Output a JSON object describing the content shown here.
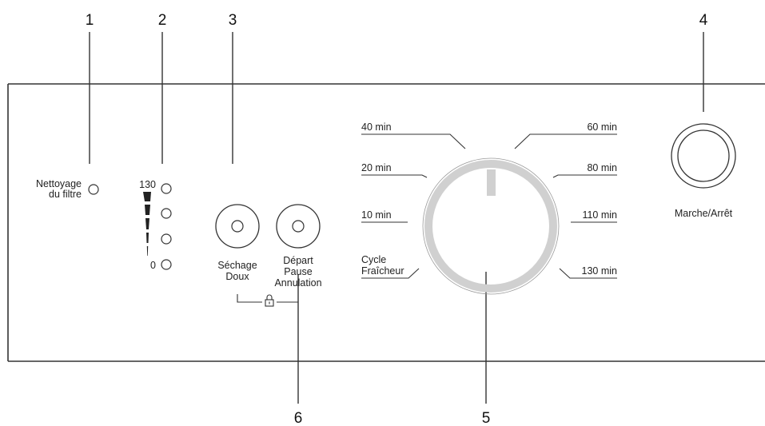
{
  "callouts": {
    "c1": "1",
    "c2": "2",
    "c3": "3",
    "c4": "4",
    "c5": "5",
    "c6": "6"
  },
  "filter": {
    "line1": "Nettoyage",
    "line2": "du filtre"
  },
  "level": {
    "top": "130",
    "bottom": "0"
  },
  "buttons": {
    "gentle": {
      "line1": "Séchage",
      "line2": "Doux"
    },
    "start": {
      "line1": "Départ",
      "line2": "Pause",
      "line3": "Annulation"
    }
  },
  "dial": {
    "left": [
      "40 min",
      "20 min",
      "10 min"
    ],
    "cycle_line1": "Cycle",
    "cycle_line2": "Fraîcheur",
    "right": [
      "60 min",
      "80 min",
      "110 min",
      "130 min"
    ]
  },
  "power": {
    "label": "Marche/Arrêt"
  },
  "colors": {
    "line": "#333333",
    "dial_ring": "#d0d0d0",
    "indicator": "#222222"
  },
  "icons": {
    "child_lock": "padlock-icon"
  }
}
